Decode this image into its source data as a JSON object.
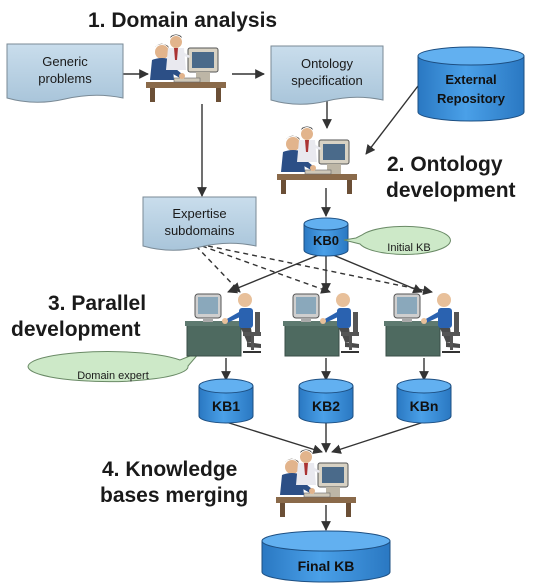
{
  "stages": {
    "domain_analysis": "1. Domain analysis",
    "ontology_dev_line1": "2. Ontology",
    "ontology_dev_line2": "development",
    "parallel_line1": "3. Parallel",
    "parallel_line2": "development",
    "merging_line1": "4. Knowledge",
    "merging_line2": "bases merging"
  },
  "documents": {
    "generic_line1": "Generic",
    "generic_line2": "problems",
    "ontology_spec_line1": "Ontology",
    "ontology_spec_line2": "specification",
    "expertise_line1": "Expertise",
    "expertise_line2": "subdomains"
  },
  "databases": {
    "external_line1": "External",
    "external_line2": "Repository",
    "kb0": "KB0",
    "kb1": "KB1",
    "kb2": "KB2",
    "kbn": "KBn",
    "final": "Final KB"
  },
  "callouts": {
    "initial_kb": "Initial KB",
    "domain_expert": "Domain expert"
  },
  "colors": {
    "doc_fill": "#bcd3e4",
    "db_fill": "#3d90d8",
    "callout_fill": "#cde9c8",
    "arrow": "#333333"
  },
  "icons": [
    "workstation-user-icon",
    "domain-expert-icon"
  ]
}
